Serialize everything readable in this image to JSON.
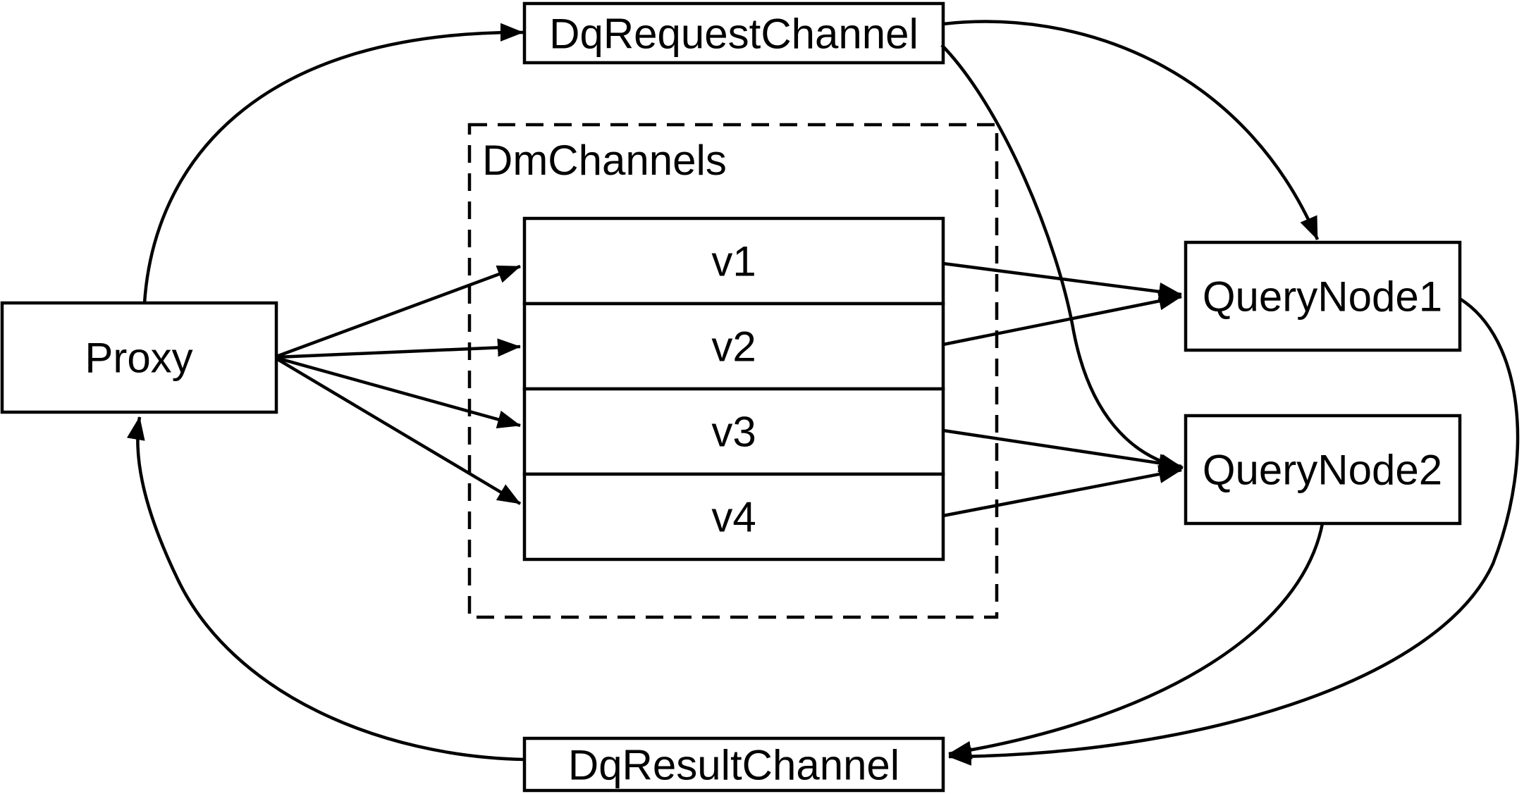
{
  "diagram": {
    "background_color": "#ffffff",
    "stroke_color": "#000000",
    "nodes": {
      "proxy": {
        "label": "Proxy"
      },
      "dq_request_channel": {
        "label": "DqRequestChannel"
      },
      "dm_channels_group": {
        "label": "DmChannels"
      },
      "v1": {
        "label": "v1"
      },
      "v2": {
        "label": "v2"
      },
      "v3": {
        "label": "v3"
      },
      "v4": {
        "label": "v4"
      },
      "query_node1": {
        "label": "QueryNode1"
      },
      "query_node2": {
        "label": "QueryNode2"
      },
      "dq_result_channel": {
        "label": "DqResultChannel"
      }
    },
    "edges": [
      {
        "from": "Proxy",
        "to": "DqRequestChannel"
      },
      {
        "from": "DqRequestChannel",
        "to": "QueryNode1"
      },
      {
        "from": "DqRequestChannel",
        "to": "QueryNode2"
      },
      {
        "from": "Proxy",
        "to": "v1"
      },
      {
        "from": "Proxy",
        "to": "v2"
      },
      {
        "from": "Proxy",
        "to": "v3"
      },
      {
        "from": "Proxy",
        "to": "v4"
      },
      {
        "from": "v1",
        "to": "QueryNode1"
      },
      {
        "from": "v2",
        "to": "QueryNode1"
      },
      {
        "from": "v3",
        "to": "QueryNode2"
      },
      {
        "from": "v4",
        "to": "QueryNode2"
      },
      {
        "from": "QueryNode1",
        "to": "DqResultChannel"
      },
      {
        "from": "QueryNode2",
        "to": "DqResultChannel"
      },
      {
        "from": "DqResultChannel",
        "to": "Proxy"
      }
    ]
  }
}
